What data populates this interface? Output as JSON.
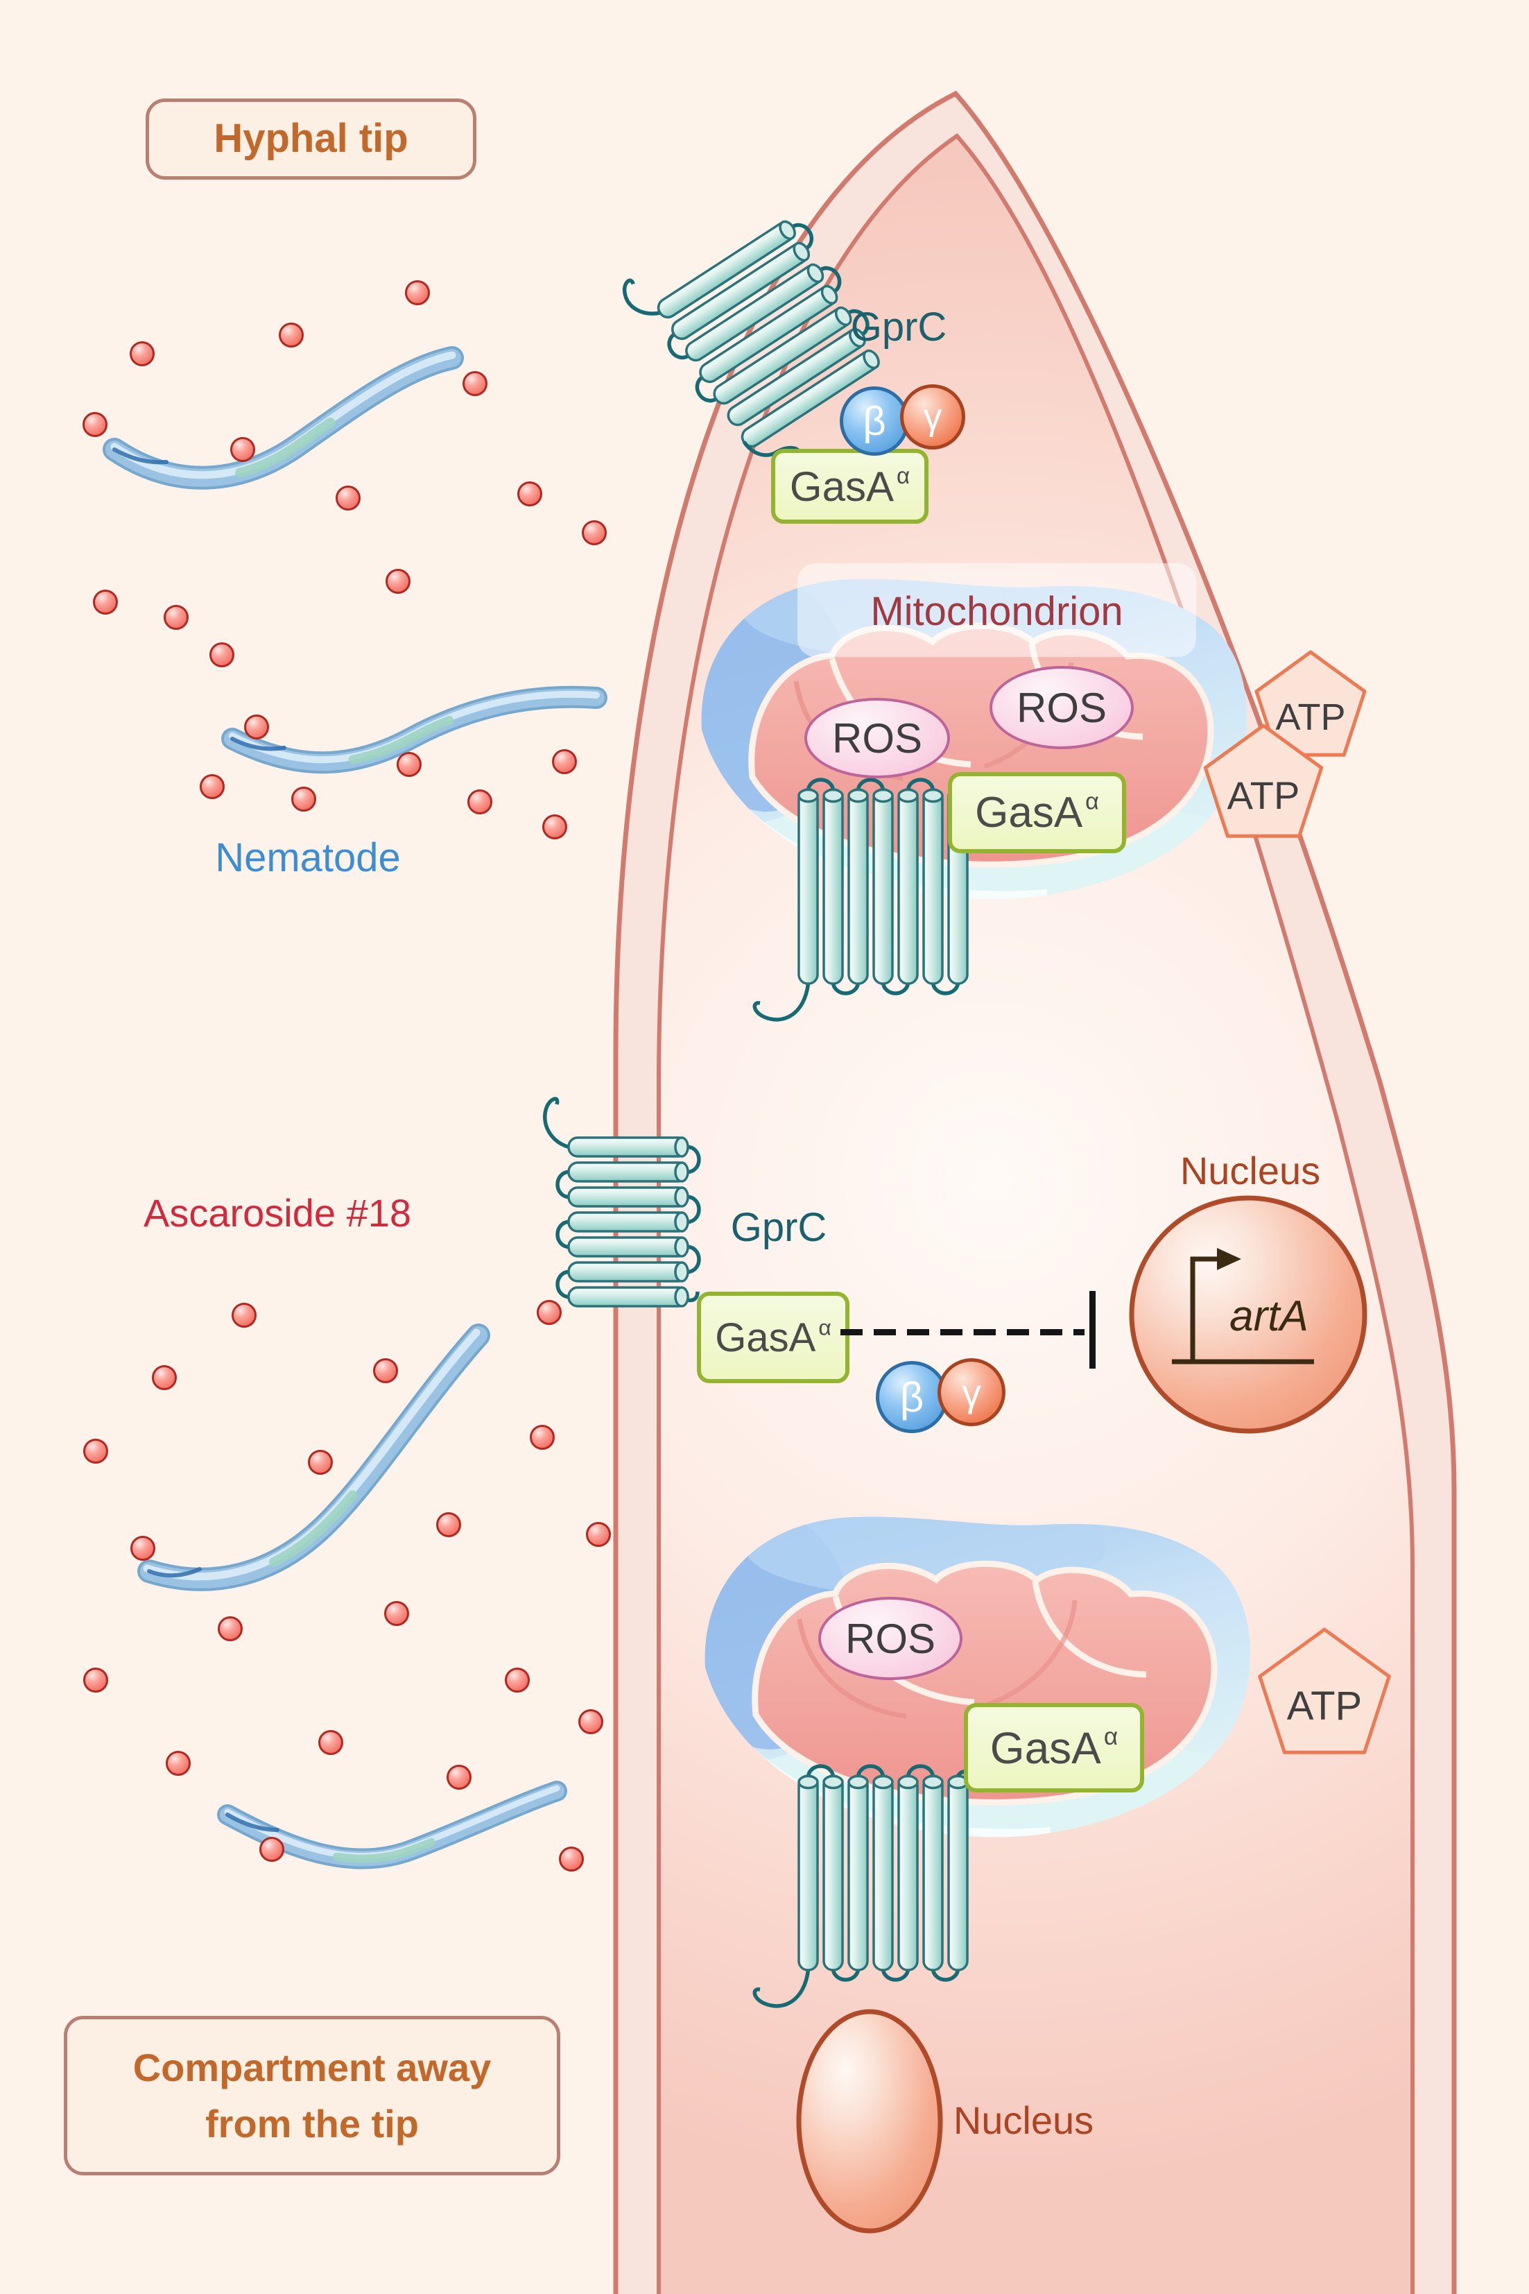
{
  "labels": {
    "hyphal_tip": "Hyphal tip",
    "compartment_line1": "Compartment away",
    "compartment_line2": "from the tip",
    "nematode": "Nematode",
    "ascaroside": "Ascaroside #18",
    "mitochondrion": "Mitochondrion",
    "nucleus": "Nucleus",
    "gprc": "GprC",
    "arta": "artA"
  },
  "molecules": {
    "gasa": "GasA",
    "gasa_sup": "α",
    "beta": "β",
    "gamma": "γ",
    "ros": "ROS",
    "atp": "ATP"
  },
  "colors": {
    "background": "#fdf3ea",
    "membrane_line": "#d27a6d",
    "wall_band": "#f9e3dd",
    "teal_receptor": "#2b737a",
    "teal_label": "#1a616d",
    "green_box_border": "#93b42e",
    "green_box_fill": "#edf6c2",
    "red_label": "#d3293c",
    "blue_label": "#3b8ed5",
    "orange_label": "#c2682a",
    "rust_label": "#ac4322",
    "dark_red_label": "#a23840",
    "beta_blue": "#4593d8",
    "gamma_orange": "#e95f31",
    "ascaroside_dot": "#ee5e52",
    "atp_border": "#ed7a52",
    "nucleus_border": "#b04b2a",
    "inhibition_line": "#151515"
  }
}
